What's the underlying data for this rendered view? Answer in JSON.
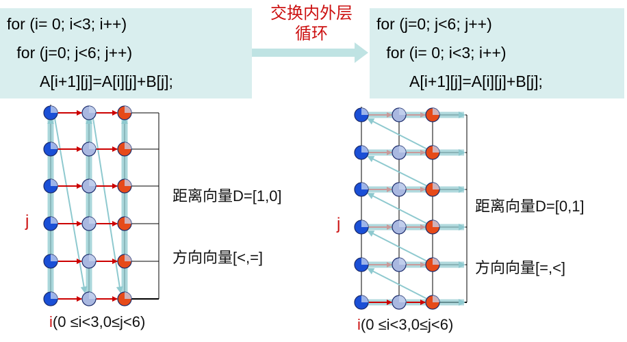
{
  "code_left": {
    "line1": "for (i= 0; i<3; i++)",
    "line2": " for (j=0; j<6; j++)",
    "line3": "A[i+1][j]=A[i][j]+B[j];"
  },
  "code_right": {
    "line1": "for (j=0; j<6; j++)",
    "line2": " for (i= 0; i<3; i++)",
    "line3": "A[i+1][j]=A[i][j]+B[j];"
  },
  "transform_label": {
    "line1": "交换内外层",
    "line2": "循环"
  },
  "left_diagram": {
    "distance_vector": "距离向量D=[1,0]",
    "direction_vector": "方向向量[<,=]",
    "j_label": "j",
    "i_char": "i",
    "i_range": "(0 ≤i<3,0≤j<6)"
  },
  "right_diagram": {
    "distance_vector": "距离向量D=[0,1]",
    "direction_vector": "方向向量[=,<]",
    "j_label": "j",
    "i_char": "i",
    "i_range": "(0 ≤i<3,0≤j<6)"
  },
  "grid": {
    "columns": 3,
    "rows": 6
  },
  "colors": {
    "code_bg": "#d9eeee",
    "label_red": "#cc1111",
    "dep_arrow_red": "#cc0000",
    "order_arrow": "#8ec9cf",
    "node_col0": "#1a4fd6",
    "node_col1": "#a9b8e0",
    "node_col2": "#e64a19"
  }
}
